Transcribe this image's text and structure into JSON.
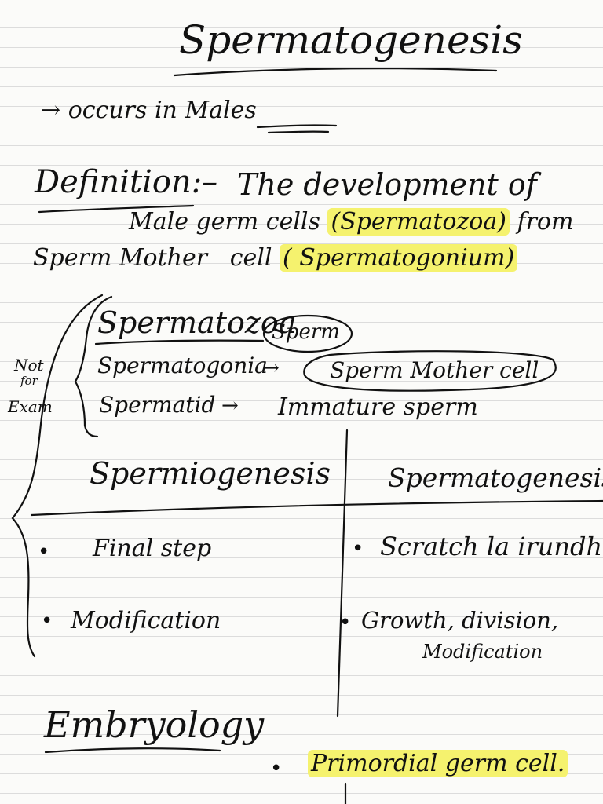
{
  "title": "Spermatogenesis",
  "intro": {
    "arrow": "→",
    "text": "occurs in",
    "keyword": "Males"
  },
  "definition": {
    "label": "Definition:–",
    "line1": "The development of",
    "line2_a": "Male germ cells",
    "line2_highlight": "(Spermatozoa)",
    "line2_b": "from",
    "line3_a": "Sperm Mother",
    "line3_b": "cell",
    "line3_highlight": "( Spermatogonium)"
  },
  "side_note": {
    "line1": "Not",
    "line2": "for",
    "line3": "Exam"
  },
  "terms": [
    {
      "term": "Spermatozoa",
      "arrow": "",
      "meaning": "Sperm"
    },
    {
      "term": "Spermatogonia",
      "arrow": "→",
      "meaning": "Sperm Mother cell"
    },
    {
      "term": "Spermatid",
      "arrow": "→",
      "meaning": "Immature sperm"
    }
  ],
  "comparison": {
    "left_header": "Spermiogenesis",
    "right_header": "Spermatogenesis",
    "left_points": [
      "Final step",
      "Modification"
    ],
    "right_points": [
      "Scratch la irundhu",
      "Growth, division,"
    ],
    "right_points_cont": "Modification"
  },
  "embryology": {
    "heading": "Embryology",
    "point": "Primordial germ cell."
  },
  "bullet_char": "•"
}
